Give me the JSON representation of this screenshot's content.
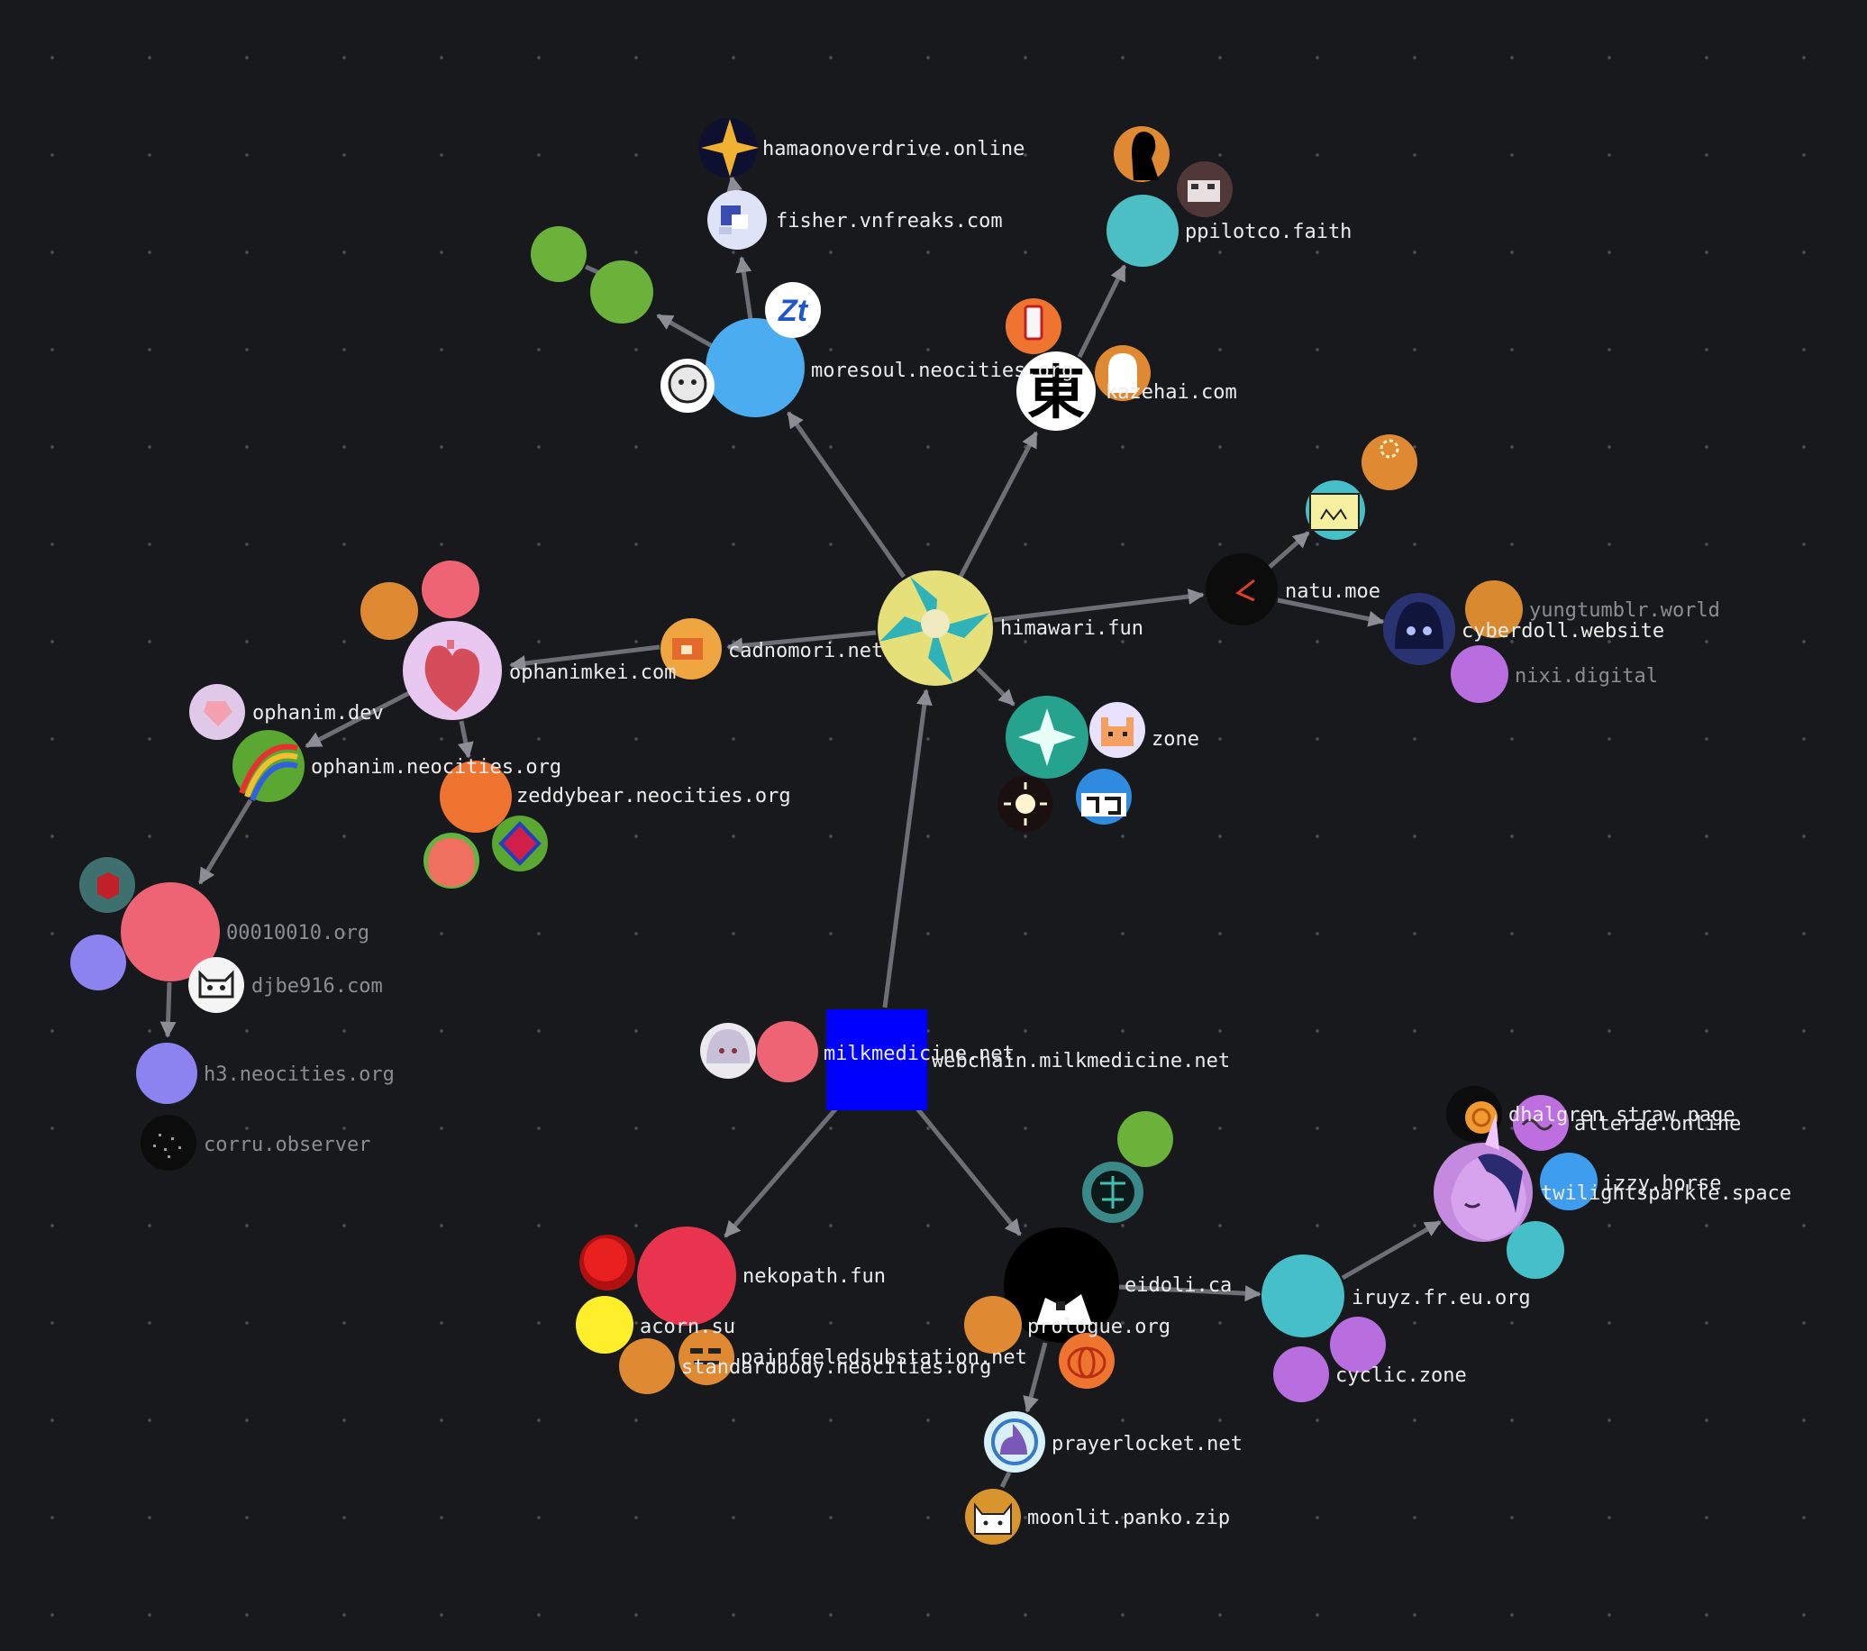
{
  "graph": {
    "nodes": [
      {
        "id": "himawari",
        "label": "himawari.fun",
        "color": "#e6e07a",
        "icon": "sunflower-icon"
      },
      {
        "id": "milkmedicine",
        "label": "milkmedicine.net",
        "color": "#0000ff",
        "icon": "square"
      },
      {
        "id": "webchain",
        "label": "webchain.milkmedicine.net",
        "color": "",
        "icon": ""
      },
      {
        "id": "moresoul",
        "label": "moresoul.neocities.org",
        "color": "#4badf0",
        "icon": ""
      },
      {
        "id": "fisher",
        "label": "fisher.vnfreaks.com",
        "color": "#dfe3f7",
        "icon": "pixel-avatar-icon"
      },
      {
        "id": "hamaon",
        "label": "hamaonoverdrive.online",
        "color": "#0e1030",
        "icon": "sparkle-icon"
      },
      {
        "id": "ppilotco",
        "label": "ppilotco.faith",
        "color": "#4cbfc4",
        "icon": ""
      },
      {
        "id": "kazehai",
        "label": "kazehai.com",
        "color": "#ffffff",
        "icon": "kanji-icon"
      },
      {
        "id": "natu",
        "label": "natu.moe",
        "color": "#0c0c0c",
        "icon": "chevron-left-icon"
      },
      {
        "id": "yungtumblr",
        "label": "yungtumblr.world",
        "color": "#d98a2e",
        "icon": ""
      },
      {
        "id": "cyberdoll",
        "label": "cyberdoll.website",
        "color": "#2a3372",
        "icon": "anime-avatar-icon"
      },
      {
        "id": "nixi",
        "label": "nixi.digital",
        "color": "#b96ee0",
        "icon": ""
      },
      {
        "id": "cadnomori",
        "label": "cadnomori.net",
        "color": "#f0a640",
        "icon": "pixel-house-icon"
      },
      {
        "id": "ophanimkei",
        "label": "ophanimkei.com",
        "color": "#e8c8f0",
        "icon": "pixel-heart-icon"
      },
      {
        "id": "ophanimdev",
        "label": "ophanim.dev",
        "color": "#e0c8e8",
        "icon": "pixel-heart-icon"
      },
      {
        "id": "ophanimneo",
        "label": "ophanim.neocities.org",
        "color": "#5aa832",
        "icon": "rainbow-icon"
      },
      {
        "id": "zeddybear",
        "label": "zeddybear.neocities.org",
        "color": "#ef7430",
        "icon": ""
      },
      {
        "id": "org00010010",
        "label": "00010010.org",
        "color": "#ef6475",
        "icon": ""
      },
      {
        "id": "djbe916",
        "label": "djbe916.com",
        "color": "#f4f4f4",
        "icon": "cat-avatar-icon"
      },
      {
        "id": "h3",
        "label": "h3.neocities.org",
        "color": "#8c82f0",
        "icon": ""
      },
      {
        "id": "corru",
        "label": "corru.observer",
        "color": "#0c0c0c",
        "icon": "noise-icon"
      },
      {
        "id": "zone",
        "label": "zone",
        "color": "#e8e2ff",
        "icon": "pixel-cat-icon"
      },
      {
        "id": "nekopath",
        "label": "nekopath.fun",
        "color": "#e8344e",
        "icon": ""
      },
      {
        "id": "acorn",
        "label": "acorn.su",
        "color": "#ffee2a",
        "icon": ""
      },
      {
        "id": "painfeeled",
        "label": "painfeeledsubstation.net",
        "color": "#df8a32",
        "icon": "pixel-face-icon"
      },
      {
        "id": "standardbody",
        "label": "standardbody.neocities.org",
        "color": "#df8a32",
        "icon": ""
      },
      {
        "id": "eidoli",
        "label": "eidoli.ca",
        "color": "#000000",
        "icon": "anime-face-icon"
      },
      {
        "id": "prologue",
        "label": "prologue.org",
        "color": "#df8a32",
        "icon": ""
      },
      {
        "id": "prayerlocket",
        "label": "prayerlocket.net",
        "color": "#d8f0f8",
        "icon": "locket-icon"
      },
      {
        "id": "moonlit",
        "label": "moonlit.panko.zip",
        "color": "#d8952e",
        "icon": "cat-face-icon"
      },
      {
        "id": "iruyz",
        "label": "iruyz.fr.eu.org",
        "color": "#46c0c8",
        "icon": ""
      },
      {
        "id": "cyclic",
        "label": "cyclic.zone",
        "color": "#b96ee0",
        "icon": ""
      },
      {
        "id": "twilight",
        "label": "twilightsparkle.space",
        "color": "#c48ae0",
        "icon": "pony-icon"
      },
      {
        "id": "izzy",
        "label": "izzy.horse",
        "color": "#3f9df0",
        "icon": ""
      },
      {
        "id": "alterae",
        "label": "alterae.online",
        "color": "#bd6fe0",
        "icon": ""
      },
      {
        "id": "dhalgren",
        "label": "dhalgren straw page",
        "color": "#f09a30",
        "icon": "snail-icon"
      },
      {
        "id": "n-green1",
        "label": "",
        "color": "#6ab23a",
        "icon": ""
      },
      {
        "id": "n-green2",
        "label": "",
        "color": "#6ab23a",
        "icon": ""
      },
      {
        "id": "n-zt",
        "label": "",
        "color": "#1f57c8",
        "icon": "zt-logo-icon"
      },
      {
        "id": "n-mascot",
        "label": "",
        "color": "#ffffff",
        "icon": "mascot-icon"
      },
      {
        "id": "n-silhouette",
        "label": "",
        "color": "#df8a32",
        "icon": "silhouette-icon"
      },
      {
        "id": "n-girl",
        "label": "",
        "color": "#503838",
        "icon": "girl-avatar-icon"
      },
      {
        "id": "n-phone",
        "label": "",
        "color": "#ef7430",
        "icon": "phone-icon"
      },
      {
        "id": "n-ghost",
        "label": "",
        "color": "#df8a32",
        "icon": "ghost-icon"
      },
      {
        "id": "n-folder",
        "label": "",
        "color": "#46c0c8",
        "icon": "folder-icon"
      },
      {
        "id": "n-gear",
        "label": "",
        "color": "#df8a32",
        "icon": "gear-icon"
      },
      {
        "id": "n-orange-a",
        "label": "",
        "color": "#df8a32",
        "icon": ""
      },
      {
        "id": "n-pink-a",
        "label": "",
        "color": "#ef6475",
        "icon": ""
      },
      {
        "id": "n-peach",
        "label": "",
        "color": "#62b43e",
        "icon": "peach-icon"
      },
      {
        "id": "n-diamond",
        "label": "",
        "color": "#5aa832",
        "icon": "diamond-icon"
      },
      {
        "id": "n-cube",
        "label": "",
        "color": "#3f7070",
        "icon": "cube-icon"
      },
      {
        "id": "n-violet",
        "label": "",
        "color": "#8c82f0",
        "icon": ""
      },
      {
        "id": "n-star",
        "label": "",
        "color": "#26a38c",
        "icon": "star-icon"
      },
      {
        "id": "n-sun",
        "label": "",
        "color": "#1a1010",
        "icon": "sun-icon"
      },
      {
        "id": "n-jp",
        "label": "",
        "color": "#2e8be0",
        "icon": "jp-logo-icon"
      },
      {
        "id": "n-doll",
        "label": "",
        "color": "#ece8f0",
        "icon": "doll-avatar-icon"
      },
      {
        "id": "n-pink-b",
        "label": "",
        "color": "#ef6475",
        "icon": ""
      },
      {
        "id": "n-redball",
        "label": "",
        "color": "#e82020",
        "icon": "red-ball-icon"
      },
      {
        "id": "n-green3",
        "label": "",
        "color": "#6ab23a",
        "icon": ""
      },
      {
        "id": "n-circuit",
        "label": "",
        "color": "#3a8888",
        "icon": "circuit-icon"
      },
      {
        "id": "n-pumpkin",
        "label": "",
        "color": "#ef7430",
        "icon": "pumpkin-icon"
      },
      {
        "id": "n-purple-c",
        "label": "",
        "color": "#b96ee0",
        "icon": ""
      },
      {
        "id": "n-teal-t",
        "label": "",
        "color": "#46c0c8",
        "icon": ""
      }
    ],
    "edges": [
      [
        "milkmedicine",
        "himawari"
      ],
      [
        "himawari",
        "moresoul"
      ],
      [
        "himawari",
        "kazehai"
      ],
      [
        "himawari",
        "natu"
      ],
      [
        "himawari",
        "cadnomori"
      ],
      [
        "himawari",
        "n-star"
      ],
      [
        "moresoul",
        "fisher"
      ],
      [
        "fisher",
        "hamaon"
      ],
      [
        "moresoul",
        "n-green2"
      ],
      [
        "kazehai",
        "ppilotco"
      ],
      [
        "natu",
        "n-folder"
      ],
      [
        "natu",
        "cyberdoll"
      ],
      [
        "cadnomori",
        "ophanimkei"
      ],
      [
        "ophanimkei",
        "ophanimneo"
      ],
      [
        "ophanimkei",
        "zeddybear"
      ],
      [
        "ophanimneo",
        "org00010010"
      ],
      [
        "org00010010",
        "h3"
      ],
      [
        "milkmedicine",
        "nekopath"
      ],
      [
        "milkmedicine",
        "eidoli"
      ],
      [
        "eidoli",
        "iruyz"
      ],
      [
        "eidoli",
        "prayerlocket"
      ],
      [
        "iruyz",
        "twilight"
      ]
    ]
  }
}
